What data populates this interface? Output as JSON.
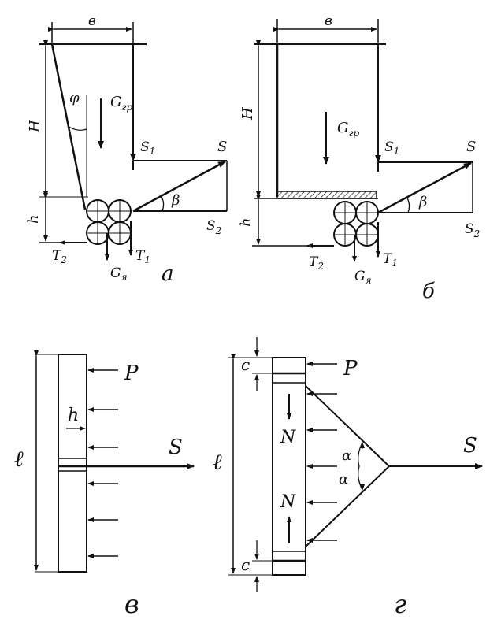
{
  "panel_a": {
    "b": "в",
    "H": "H",
    "h": "h",
    "phi": "φ",
    "Ggr": "G",
    "Ggr_sub": "гр",
    "S": "S",
    "S1": "S",
    "S1_sub": "1",
    "S2": "S",
    "S2_sub": "2",
    "beta": "β",
    "T1": "T",
    "T1_sub": "1",
    "T2": "T",
    "T2_sub": "2",
    "Gya": "G",
    "Gya_sub": "я",
    "caption": "а"
  },
  "panel_b": {
    "b": "в",
    "H": "H",
    "h": "h",
    "Ggr": "G",
    "Ggr_sub": "гр",
    "S": "S",
    "S1": "S",
    "S1_sub": "1",
    "S2": "S",
    "S2_sub": "2",
    "beta": "β",
    "T1": "T",
    "T1_sub": "1",
    "T2": "T",
    "T2_sub": "2",
    "Gya": "G",
    "Gya_sub": "я",
    "caption": "б"
  },
  "panel_v": {
    "l": "ℓ",
    "h": "h",
    "P": "P",
    "S": "S",
    "caption": "в"
  },
  "panel_g": {
    "l": "ℓ",
    "c_top": "c",
    "c_bottom": "c",
    "P": "P",
    "S": "S",
    "N_top": "N",
    "N_bottom": "N",
    "alpha_top": "α",
    "alpha_bottom": "α",
    "caption": "г"
  }
}
